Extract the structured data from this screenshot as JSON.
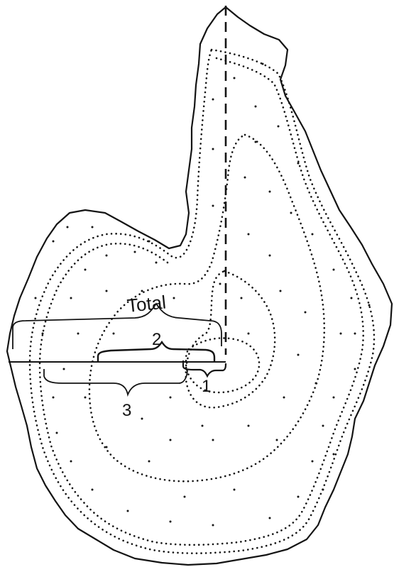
{
  "labels": {
    "total": "Total",
    "segment_2": "2",
    "segment_1": "1",
    "segment_3": "3"
  },
  "colors": {
    "ink": "#141414",
    "background": "#ffffff"
  }
}
